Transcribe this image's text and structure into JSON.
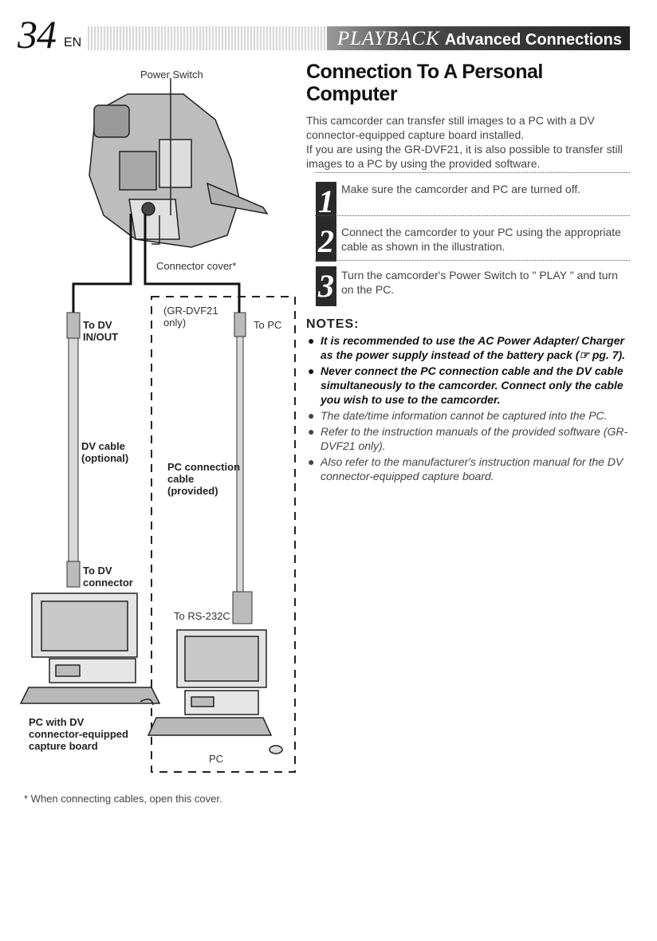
{
  "header": {
    "page_number": "34",
    "lang": "EN",
    "section_main": "PLAYBACK",
    "section_sub": "Advanced Connections"
  },
  "title": "Connection To A Personal Computer",
  "intro": [
    "This camcorder can transfer still images to a PC with a DV connector-equipped capture board installed.",
    "If you are using the GR-DVF21, it is also possible to transfer still images to a PC by using the provided software."
  ],
  "steps": [
    {
      "num": "1",
      "text": "Make sure the camcorder and PC are turned off."
    },
    {
      "num": "2",
      "text": "Connect the camcorder to your PC using the appropriate cable as shown in the illustration."
    },
    {
      "num": "3",
      "text": "Turn the camcorder's Power Switch to \" PLAY \" and turn on the PC."
    }
  ],
  "notes_heading": "NOTES:",
  "notes": [
    {
      "style": "bold",
      "text": "It is recommended to use the AC Power Adapter/ Charger as the power supply instead of the battery pack (☞ pg. 7)."
    },
    {
      "style": "bold",
      "text": "Never connect the PC connection cable and the DV cable simultaneously to the camcorder. Connect only the cable you wish to use to the camcorder."
    },
    {
      "style": "plain",
      "text": "The date/time information cannot be captured into the PC."
    },
    {
      "style": "plain",
      "text": "Refer to the instruction manuals of the provided software (GR-DVF21 only)."
    },
    {
      "style": "plain",
      "text": "Also refer to the manufacturer's instruction manual for the DV connector-equipped capture board."
    }
  ],
  "illustration": {
    "power_switch": "Power Switch",
    "connector_cover": "Connector cover*",
    "to_dv_in_out": [
      "To DV",
      "IN/OUT"
    ],
    "gr_dvf21_only": [
      "(GR-DVF21",
      "only)"
    ],
    "to_pc": "To PC",
    "dv_cable": [
      "DV cable",
      "(optional)"
    ],
    "pc_connection_cable": [
      "PC connection",
      "cable",
      "(provided)"
    ],
    "to_dv_connector": [
      "To DV",
      "connector"
    ],
    "to_rs232c": "To RS-232C",
    "pc_with_dv": [
      "PC with DV",
      "connector-equipped",
      "capture board"
    ],
    "pc": "PC"
  },
  "footnote": "* When connecting cables, open this cover."
}
